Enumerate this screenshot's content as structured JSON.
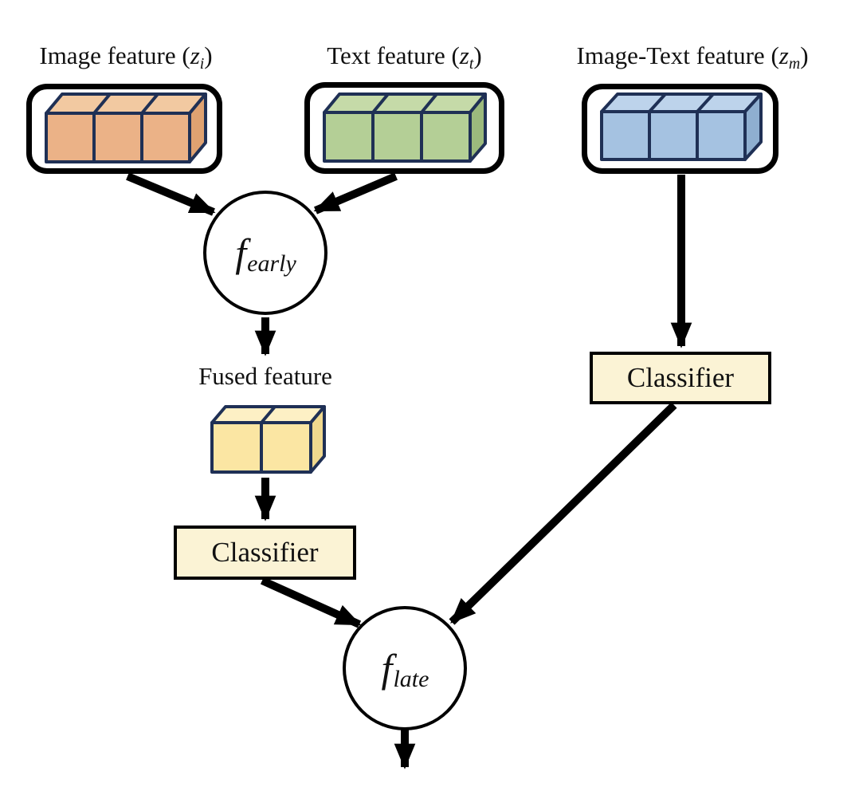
{
  "labels": {
    "image_feature": {
      "pre": "Image feature (",
      "var": "z",
      "sub": "i",
      "post": ")"
    },
    "text_feature": {
      "pre": "Text feature (",
      "var": "z",
      "sub": "t",
      "post": ")"
    },
    "image_text_feature": {
      "pre": "Image-Text feature (",
      "var": "z",
      "sub": "m",
      "post": ")"
    },
    "fused_feature": "Fused feature"
  },
  "nodes": {
    "f_early": {
      "var": "f",
      "sub": "early"
    },
    "f_late": {
      "var": "f",
      "sub": "late"
    },
    "classifier_early": "Classifier",
    "classifier_late": "Classifier"
  },
  "colors": {
    "cube_image": {
      "front": "#EBB287",
      "top": "#F2C9A1",
      "side": "#DFA271",
      "edge": "#1F3055"
    },
    "cube_text": {
      "front": "#B4CF96",
      "top": "#C5DAA8",
      "side": "#9CBA7D",
      "edge": "#1F3055"
    },
    "cube_image_text": {
      "front": "#A5C2E1",
      "top": "#BDD3EB",
      "side": "#8FAFD0",
      "edge": "#1F3055"
    },
    "cube_fused": {
      "front": "#FBE6A3",
      "top": "#FDF0C5",
      "side": "#EFD88E",
      "edge": "#1F3055"
    },
    "classifier_fill": "#FBF3D5",
    "arrow": "#000000"
  }
}
